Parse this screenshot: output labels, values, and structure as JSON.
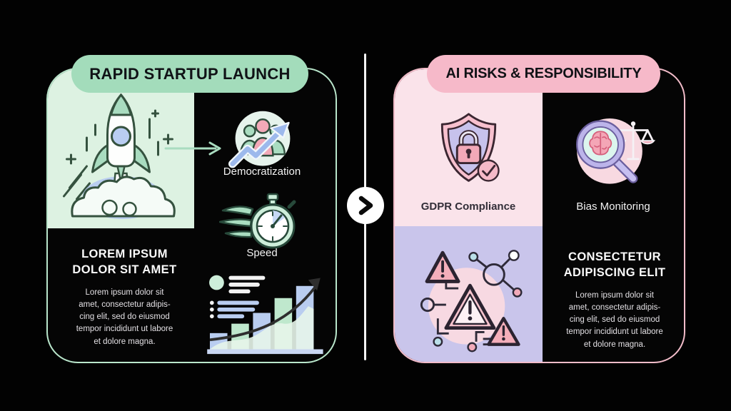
{
  "left_panel": {
    "title": "RAPID STARTUP LAUNCH",
    "features": [
      {
        "label": "Democratization",
        "icon": "people-growth-icon"
      },
      {
        "label": "Speed",
        "icon": "winged-stopwatch-icon"
      }
    ],
    "heading": "LOREM IPSUM\nDOLOR SIT AMET",
    "body": "Lorem ipsum dolor sit\namet, consectetur adipis-\ncing elit, sed do eiusmod\ntempor incididunt ut labore\net dolore magna.",
    "illustrations": [
      "rocket-launch",
      "growth-bar-chart"
    ]
  },
  "right_panel": {
    "title": "AI RISKS & RESPONSIBILITY",
    "features": [
      {
        "label": "GDPR Compliance",
        "icon": "shield-lock-check-icon"
      },
      {
        "label": "Bias Monitoring",
        "icon": "brain-magnifier-scales-icon"
      }
    ],
    "heading": "CONSECTETUR\nADIPISCING ELIT",
    "body": "Lorem ipsum dolor sit\namet, consectetur adipis-\ncing elit, sed do eiusmod\ntempor incididunt ut labore\net dolore magna.",
    "illustrations": [
      "warning-network"
    ]
  },
  "divider": {
    "icon": "chevron-right"
  },
  "colors": {
    "mint_pill": "#a3dcbb",
    "mint_light": "#ddf2e2",
    "mint_border": "#b9e6cb",
    "pink_pill": "#f6b9c9",
    "pink_light": "#fae3ea",
    "lavender": "#c9c5eb",
    "background": "#020202",
    "text_light": "#f2f2f2"
  }
}
